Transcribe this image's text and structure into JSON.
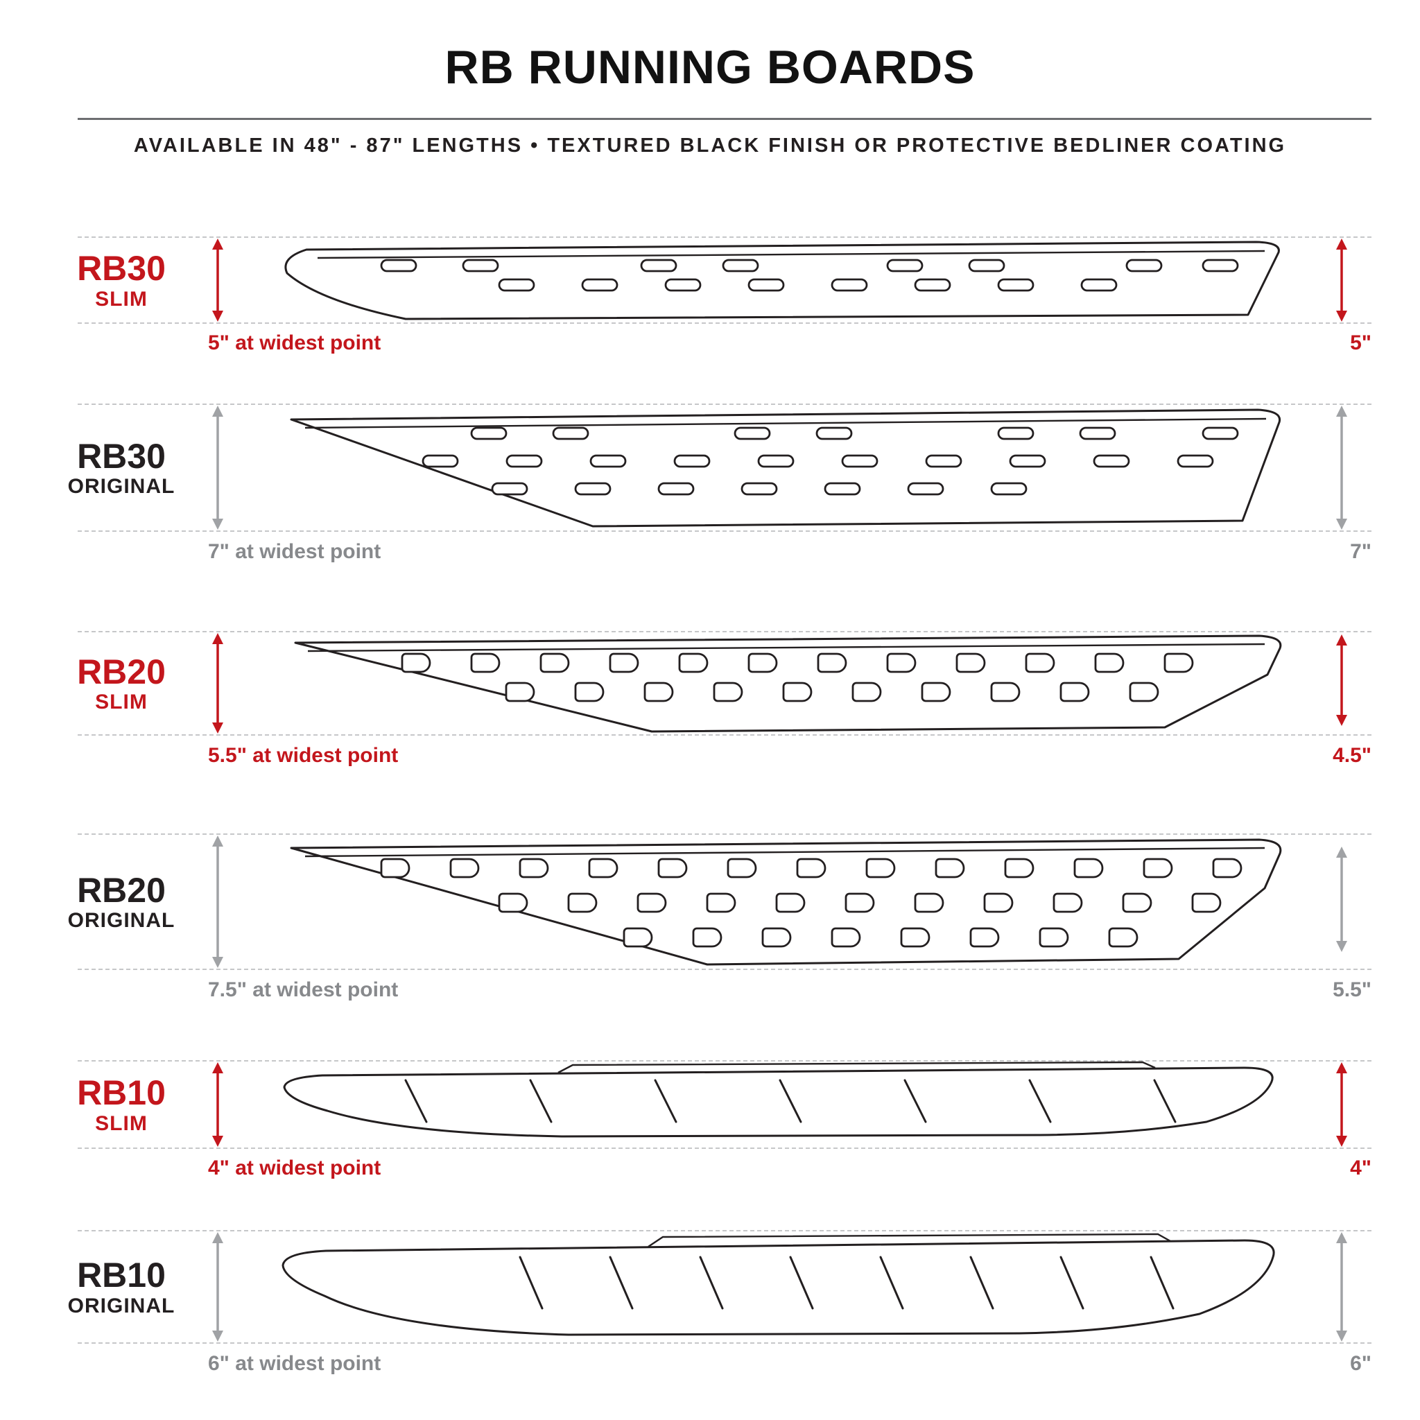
{
  "header": {
    "title": "RB RUNNING BOARDS",
    "subtitle": "AVAILABLE IN 48\" - 87\" LENGTHS   •   TEXTURED BLACK FINISH OR PROTECTIVE BEDLINER COATING"
  },
  "colors": {
    "red": "#c3161c",
    "ink": "#231f20",
    "gray_arrow": "#a0a2a5",
    "gray_text": "#87898c",
    "dashed_line": "#c6c7c9"
  },
  "rows": [
    {
      "model": "RB30",
      "variant": "SLIM",
      "theme": "red",
      "widest_label": "5\" at widest point",
      "end_height_label": "5\""
    },
    {
      "model": "RB30",
      "variant": "ORIGINAL",
      "theme": "gray",
      "widest_label": "7\" at widest point",
      "end_height_label": "7\""
    },
    {
      "model": "RB20",
      "variant": "SLIM",
      "theme": "red",
      "widest_label": "5.5\" at widest point",
      "end_height_label": "4.5\""
    },
    {
      "model": "RB20",
      "variant": "ORIGINAL",
      "theme": "gray",
      "widest_label": "7.5\" at widest point",
      "end_height_label": "5.5\""
    },
    {
      "model": "RB10",
      "variant": "SLIM",
      "theme": "red",
      "widest_label": "4\" at widest point",
      "end_height_label": "4\""
    },
    {
      "model": "RB10",
      "variant": "ORIGINAL",
      "theme": "gray",
      "widest_label": "6\" at widest point",
      "end_height_label": "6\""
    }
  ]
}
